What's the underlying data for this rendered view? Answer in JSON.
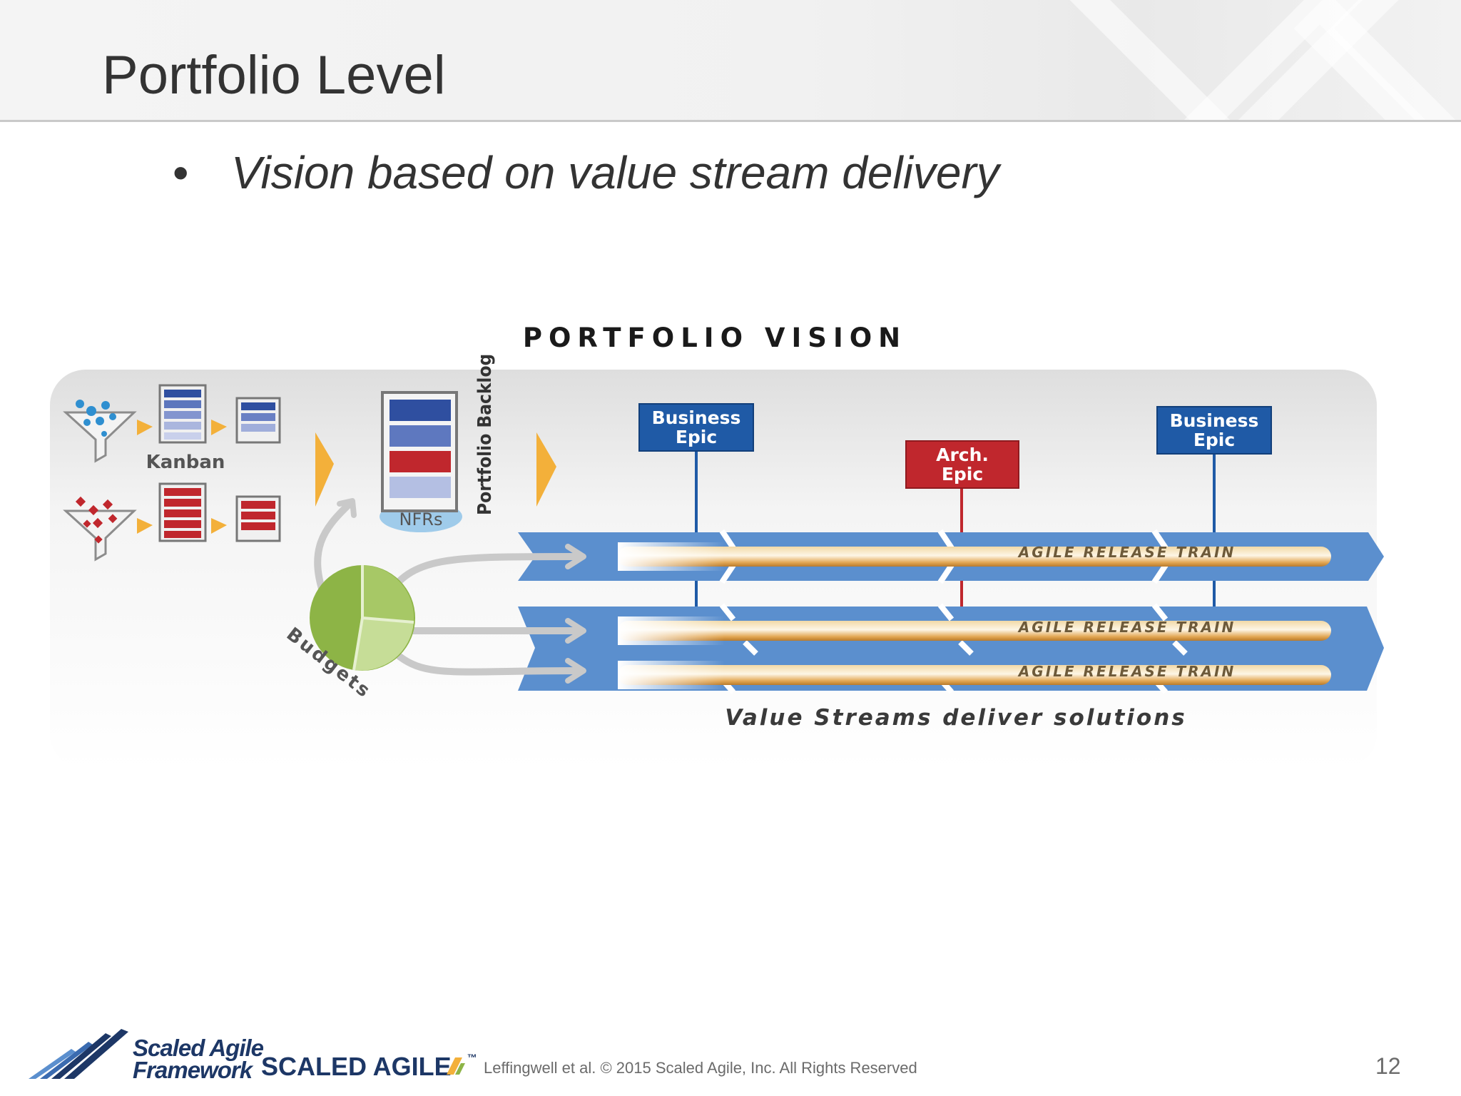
{
  "slide": {
    "title": "Portfolio Level",
    "bullet": "Vision based on value stream delivery",
    "footer": "Leffingwell et al. © 2015 Scaled Agile, Inc. All Rights Reserved",
    "page_number": "12"
  },
  "logos": {
    "framework": [
      "Scaled Agile",
      "Framework"
    ],
    "company": "SCALED AGILE",
    "trademark": "™"
  },
  "diagram": {
    "heading": "PORTFOLIO VISION",
    "kanban_label": "Kanban",
    "nfrs_label": "NFRs",
    "backlog_label": "Portfolio Backlog",
    "budgets_label": "Budgets",
    "epics": [
      {
        "line1": "Business",
        "line2": "Epic",
        "color": "#1f5aa6"
      },
      {
        "line1": "Arch.",
        "line2": "Epic",
        "color": "#c0272d"
      },
      {
        "line1": "Business",
        "line2": "Epic",
        "color": "#1f5aa6"
      }
    ],
    "trains": [
      "AGILE RELEASE TRAIN",
      "AGILE RELEASE TRAIN",
      "AGILE RELEASE TRAIN"
    ],
    "caption": "Value Streams deliver solutions",
    "colors": {
      "stream_blue": "#5b8fce",
      "epic_blue": "#1f5aa6",
      "epic_red": "#c0272d",
      "arrow_orange": "#f3b03a",
      "budget_green": "#8db446"
    }
  }
}
